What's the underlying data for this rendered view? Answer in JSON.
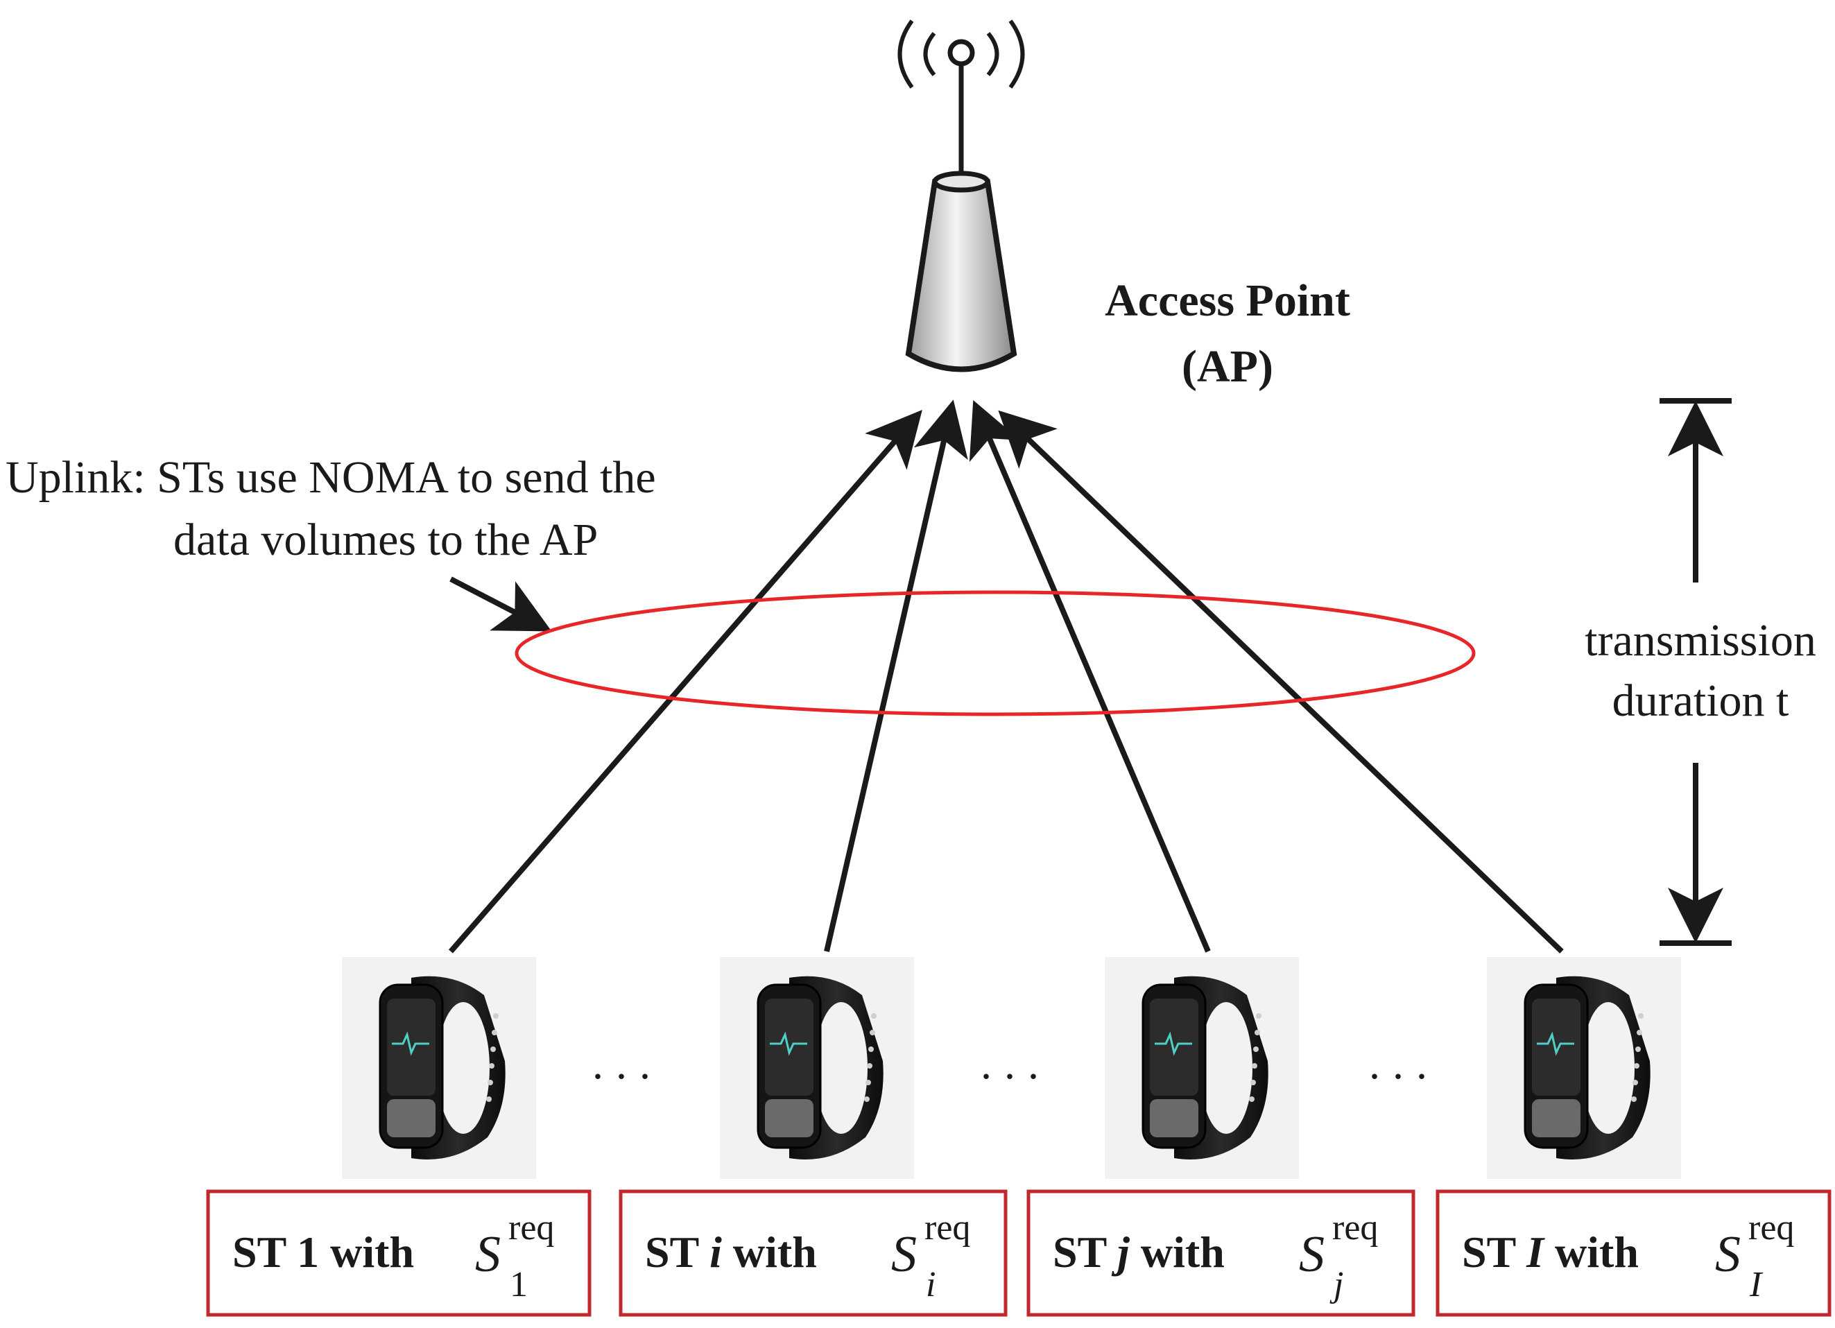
{
  "access_point": {
    "label_line1": "Access Point",
    "label_line2": "(AP)"
  },
  "uplink_note": {
    "line1": "Uplink: STs use NOMA to send the",
    "line2": "data volumes to the AP"
  },
  "duration": {
    "line1": "transmission",
    "line2": "duration t"
  },
  "ellipsis": "...",
  "stations": [
    {
      "prefix": "ST ",
      "index": "1",
      "index_italic": false,
      "suffix": " with",
      "var": "S",
      "sup": "req",
      "sub": "1",
      "sub_italic": false
    },
    {
      "prefix": "ST ",
      "index": "i",
      "index_italic": true,
      "suffix": " with",
      "var": "S",
      "sup": "req",
      "sub": "i",
      "sub_italic": true
    },
    {
      "prefix": "ST ",
      "index": "j",
      "index_italic": true,
      "suffix": " with",
      "var": "S",
      "sup": "req",
      "sub": "j",
      "sub_italic": true
    },
    {
      "prefix": "ST ",
      "index": "I",
      "index_italic": true,
      "suffix": " with",
      "var": "S",
      "sup": "req",
      "sub": "I",
      "sub_italic": true
    }
  ],
  "colors": {
    "highlight_red": "#c0282d",
    "ellipse_red": "#e8262a",
    "ink": "#1a1a1a"
  }
}
